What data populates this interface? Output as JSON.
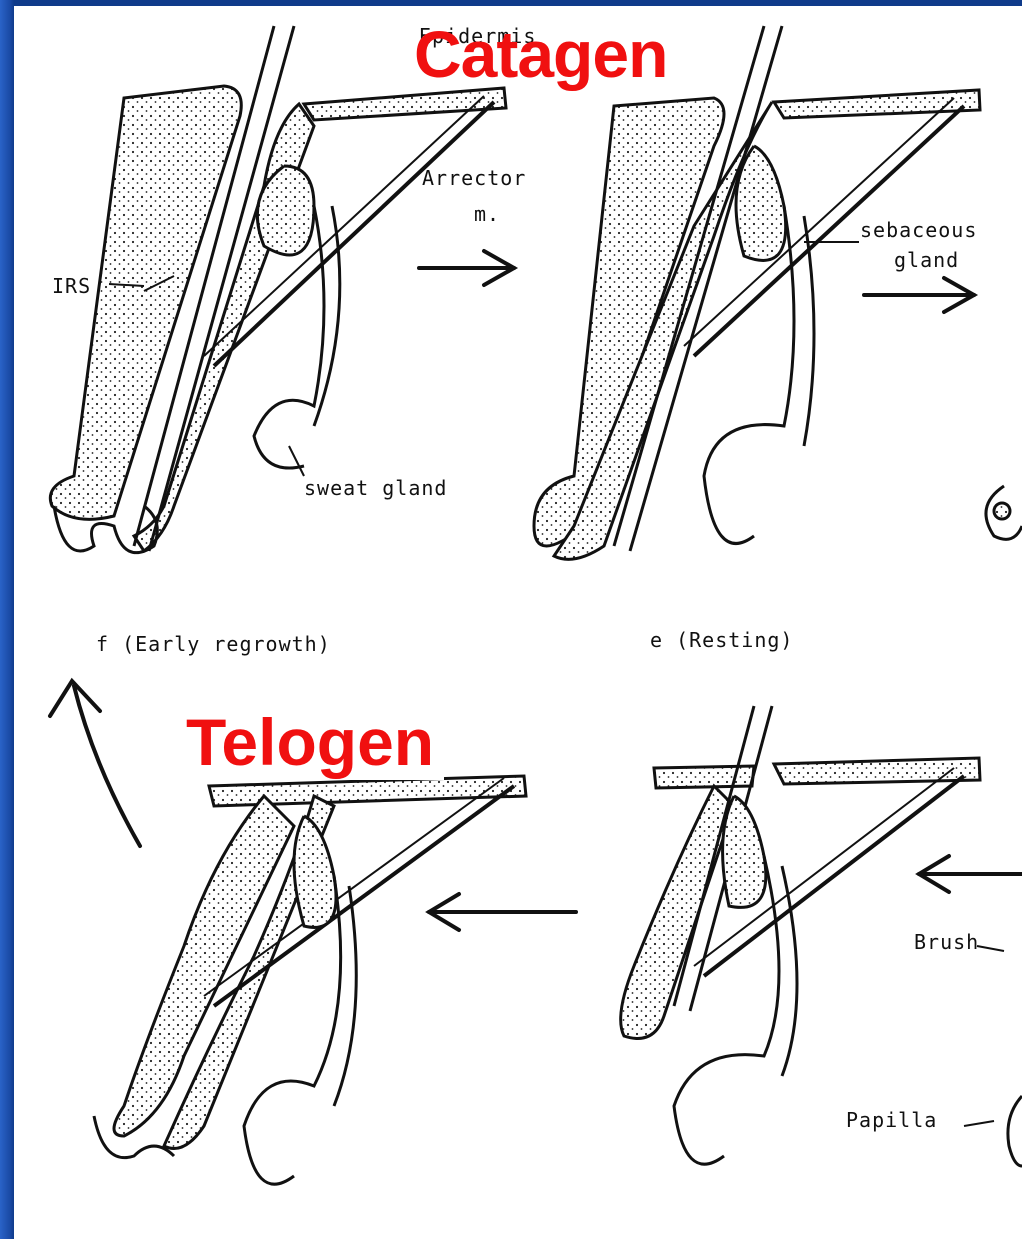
{
  "titles": {
    "catagen": "Catagen",
    "telogen": "Telogen"
  },
  "labels": {
    "epidermis_fragment": "Epidermis",
    "arrector": "Arrector",
    "arrector_m": "m.",
    "irs": "IRS",
    "sweat_gland": "sweat gland",
    "sebaceous": "sebaceous",
    "gland": "gland",
    "stage_f": "f (Early regrowth)",
    "stage_e": "e (Resting)",
    "brush": "Brush",
    "papilla": "Papilla"
  },
  "colors": {
    "title_red": "#f01010",
    "frame_blue": "#1a4aa5",
    "ink": "#111111"
  },
  "icons": [
    "right-arrow-icon",
    "right-arrow-icon",
    "left-arrow-icon",
    "left-arrow-icon",
    "curved-up-arrow-icon"
  ]
}
